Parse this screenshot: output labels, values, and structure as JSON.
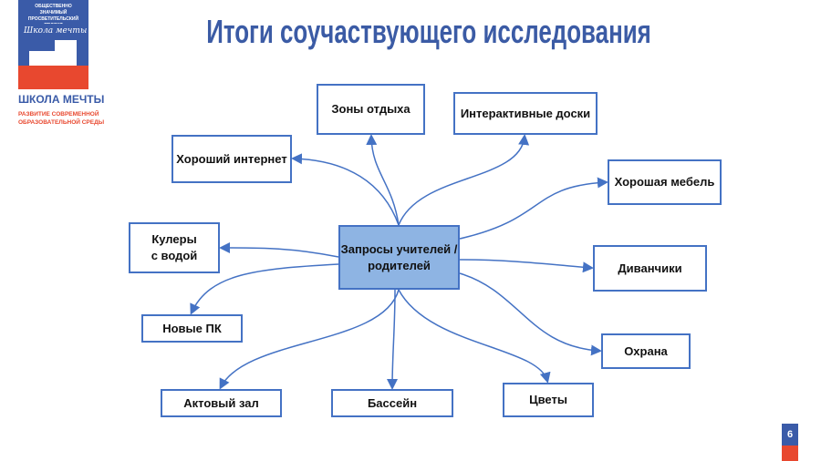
{
  "logo": {
    "top_text": "ОБЩЕСТВЕННО ЗНАЧИМЫЙ ПРОСВЕТИТЕЛЬСКИЙ ПРОЕКТ",
    "script_text": "Школа мечты",
    "brand": "ШКОЛА МЕЧТЫ",
    "subtitle": "РАЗВИТИЕ СОВРЕМЕННОЙ ОБРАЗОВАТЕЛЬНОЙ СРЕДЫ"
  },
  "title": "Итоги соучаствующего исследования",
  "center": "Запросы   учителей / родителей",
  "nodes": {
    "rest": "Зоны отдыха",
    "boards": "Интерактивные доски",
    "internet": "Хороший интернет",
    "furniture": "Хорошая мебель",
    "coolers": "Кулеры с водой",
    "sofas": "Диванчики",
    "pcs": "Новые ПК",
    "security": "Охрана",
    "hall": "Актовый зал",
    "pool": "Бассейн",
    "flowers": "Цветы"
  },
  "page_number": "6",
  "colors": {
    "accent": "#3B5BA5",
    "red": "#E8482F",
    "center_fill": "#8EB4E3",
    "border": "#4472C4"
  }
}
